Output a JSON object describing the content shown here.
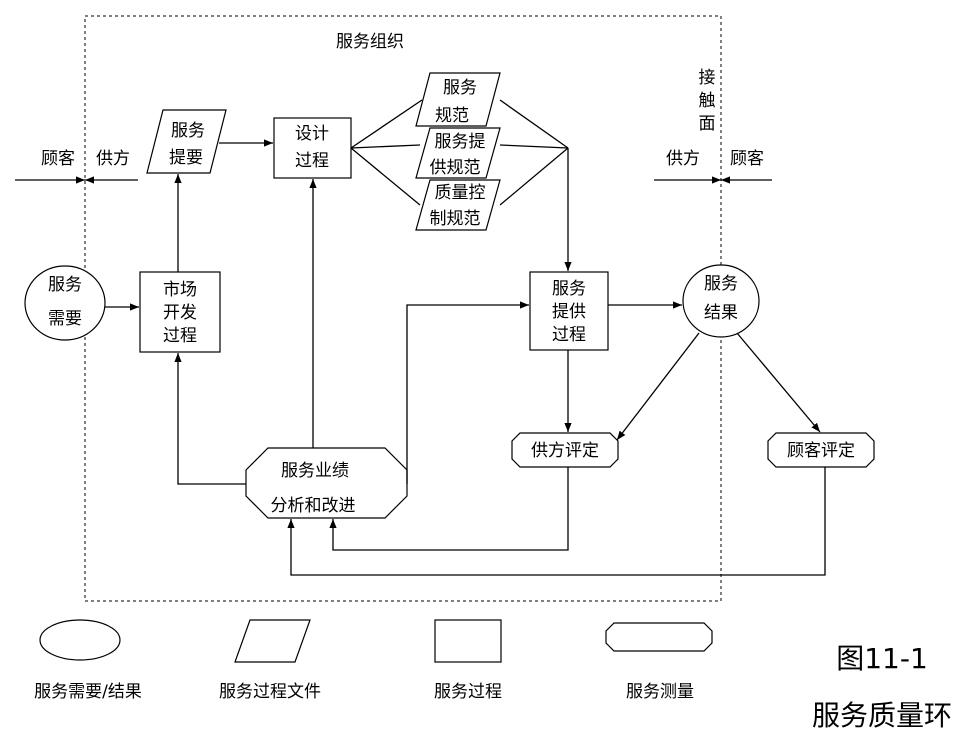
{
  "org": {
    "title": "服务组织"
  },
  "contact": {
    "c1": "接",
    "c2": "触",
    "c3": "面"
  },
  "left_boundary": {
    "customer": "顾客",
    "supplier": "供方"
  },
  "right_boundary": {
    "supplier": "供方",
    "customer": "顾客"
  },
  "nodes": {
    "need": {
      "l1": "服务",
      "l2": "需要"
    },
    "market": {
      "l1": "市场",
      "l2": "开发",
      "l3": "过程"
    },
    "brief": {
      "l1": "服务",
      "l2": "提要"
    },
    "design": {
      "l1": "设计",
      "l2": "过程"
    },
    "spec": {
      "l1": "服务",
      "l2": "规范"
    },
    "delivery_spec": {
      "l1": "服务提",
      "l2": "供规范"
    },
    "quality_spec": {
      "l1": "质量控",
      "l2": "制规范"
    },
    "delivery": {
      "l1": "服务",
      "l2": "提供",
      "l3": "过程"
    },
    "result": {
      "l1": "服务",
      "l2": "结果"
    },
    "supplier_eval": {
      "label": "供方评定"
    },
    "customer_eval": {
      "label": "顾客评定"
    },
    "analysis": {
      "l1": "服务业绩",
      "l2": "分析和改进"
    }
  },
  "legend": {
    "ellipse": "服务需要/结果",
    "parallelogram": "服务过程文件",
    "rectangle": "服务过程",
    "octagon": "服务测量"
  },
  "figure": {
    "number": "图11-1",
    "title": "服务质量环"
  }
}
